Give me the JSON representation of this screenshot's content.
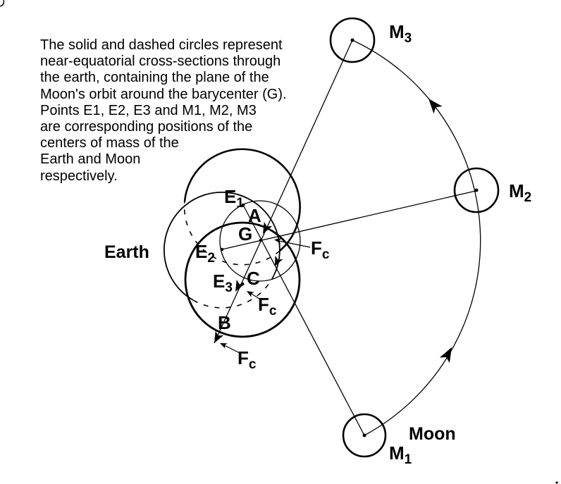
{
  "description_text": "The solid and dashed circles represent\nnear-equatorial cross-sections through\nthe earth, containing the plane of the\nMoon's orbit around the barycenter (G).\nPoints E1, E2, E3 and M1, M2, M3\nare corresponding positions of the\ncenters of mass of the\nEarth and Moon\nrespectively.",
  "labels": {
    "earth": "Earth",
    "moon": "Moon",
    "a": "A",
    "b": "B",
    "c": "C",
    "g": "G",
    "e1": {
      "main": "E",
      "sub": "1"
    },
    "e2": {
      "main": "E",
      "sub": "2"
    },
    "e3": {
      "main": "E",
      "sub": "3"
    },
    "m1": {
      "main": "M",
      "sub": "1"
    },
    "m2": {
      "main": "M",
      "sub": "2"
    },
    "m3": {
      "main": "M",
      "sub": "3"
    },
    "fc": {
      "main": "F",
      "sub": "c"
    }
  },
  "colors": {
    "ink": "#000000",
    "background": "#ffffff"
  }
}
